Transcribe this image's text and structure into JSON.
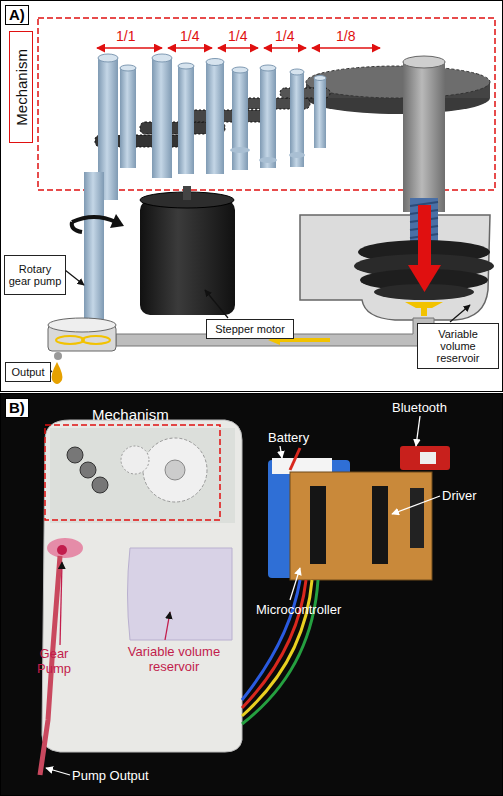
{
  "diagram": {
    "nodes": [
      {
        "text": [
          "A)"
        ]
      },
      {
        "text": [
          "Mechanism"
        ],
        "in": 0
      },
      {
        "text": [
          "Rotary gear pump"
        ],
        "in": 0
      },
      {
        "text": [
          "Stepper motor"
        ],
        "in": 0
      },
      {
        "text": [
          "Variable volume reservoir"
        ],
        "in": 0
      },
      {
        "text": [
          "Output"
        ],
        "in": 0
      },
      {
        "text": [
          "B)"
        ]
      }
    ],
    "labels": [
      "1/1",
      "1/4",
      "1/4",
      "1/4",
      "1/8",
      "Mechanism",
      "Battery",
      "Bluetooth",
      "Driver",
      "Microcontroller",
      "Gear Pump",
      "Variable volume reservoir",
      "Pump Output"
    ]
  }
}
